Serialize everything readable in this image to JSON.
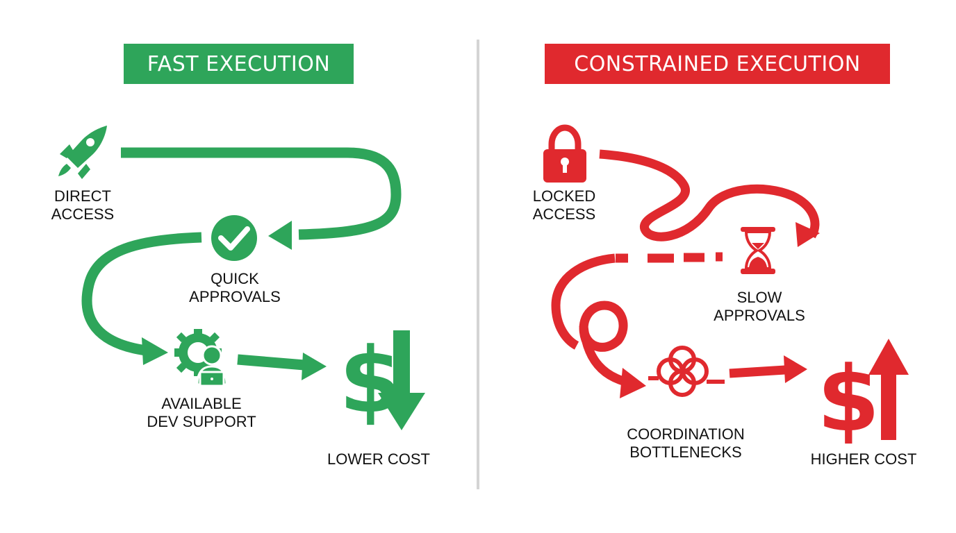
{
  "colors": {
    "fast": "#2ea55a",
    "constrained": "#e0292e",
    "divider": "#d4d4d4",
    "text": "#111111",
    "background": "#ffffff"
  },
  "left_panel": {
    "banner": "FAST EXECUTION",
    "nodes": [
      {
        "id": "direct-access",
        "icon": "rocket-icon",
        "lines": [
          "DIRECT",
          "ACCESS"
        ]
      },
      {
        "id": "quick-approvals",
        "icon": "checkmark-circle-icon",
        "lines": [
          "QUICK",
          "APPROVALS"
        ]
      },
      {
        "id": "available-dev-support",
        "icon": "gear-developer-laptop-icon",
        "lines": [
          "AVAILABLE",
          "DEV SUPPORT"
        ]
      },
      {
        "id": "lower-cost",
        "icon": "dollar-down-arrow-icon",
        "lines": [
          "LOWER COST"
        ]
      }
    ],
    "flow": [
      "direct-access",
      "quick-approvals",
      "available-dev-support",
      "lower-cost"
    ]
  },
  "right_panel": {
    "banner": "CONSTRAINED EXECUTION",
    "nodes": [
      {
        "id": "locked-access",
        "icon": "padlock-icon",
        "lines": [
          "LOCKED",
          "ACCESS"
        ]
      },
      {
        "id": "slow-approvals",
        "icon": "hourglass-icon",
        "lines": [
          "SLOW",
          "APPROVALS"
        ]
      },
      {
        "id": "coordination-bottlenecks",
        "icon": "tangled-knot-icon",
        "lines": [
          "COORDINATION",
          "BOTTLENECKS"
        ]
      },
      {
        "id": "higher-cost",
        "icon": "dollar-up-arrow-icon",
        "lines": [
          "HIGHER COST"
        ]
      }
    ],
    "flow": [
      "locked-access",
      "slow-approvals",
      "coordination-bottlenecks",
      "higher-cost"
    ]
  }
}
